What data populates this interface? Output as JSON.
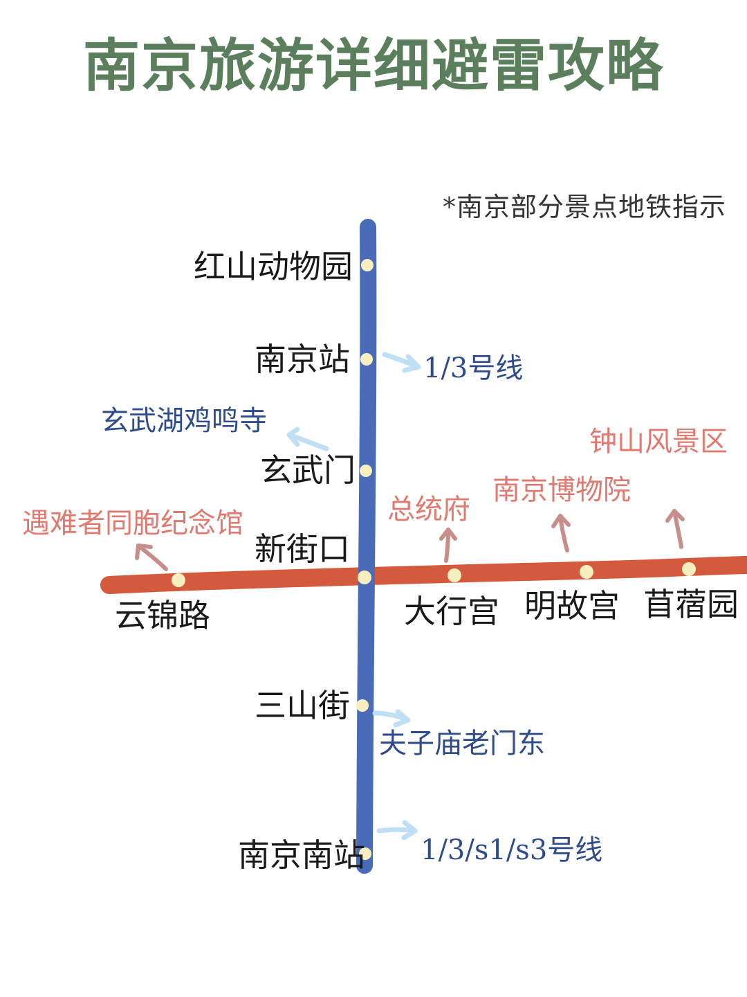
{
  "title": "南京旅游详细避雷攻略",
  "subtitle": "*南京部分景点地铁指示",
  "colors": {
    "title": "#5b7e5c",
    "line_blue": "#4a6bb8",
    "line_red": "#d35a3c",
    "station_dot": "#f7efbf",
    "arrow_light_blue": "#bfe0f4",
    "arrow_pink": "#c78f8c",
    "blue_text": "#2e4b8b",
    "pink_text": "#e07a70"
  },
  "stations": {
    "hongshan": "红山动物园",
    "nanjing_zhan": "南京站",
    "xuanwumen": "玄武门",
    "xinjiekou": "新街口",
    "yunjinlu": "云锦路",
    "daxinggong": "大行宫",
    "minggugong": "明故宫",
    "muxuyuan": "苜蓿园",
    "sanshanjie": "三山街",
    "nanjing_nanzhan": "南京南站"
  },
  "attractions": {
    "line13": "1/3号线",
    "xuanwuhu": "玄武湖鸡鸣寺",
    "zhongshan": "钟山风景区",
    "museum": "南京博物院",
    "zongtongfu": "总统府",
    "memorial": "遇难者同胞纪念馆",
    "fuzimiao": "夫子庙老门东",
    "line13s1s3": "1/3/s1/s3号线"
  }
}
